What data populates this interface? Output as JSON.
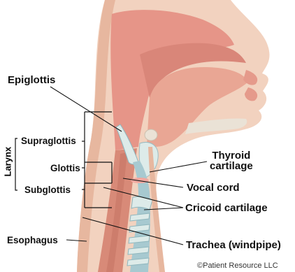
{
  "labels": {
    "epiglottis": "Epiglottis",
    "larynx": "Larynx",
    "supraglottis": "Supraglottis",
    "glottis": "Glottis",
    "subglottis": "Subglottis",
    "esophagus": "Esophagus",
    "thyroid_cartilage_line1": "Thyroid",
    "thyroid_cartilage_line2": "cartilage",
    "vocal_cord": "Vocal cord",
    "cricoid_cartilage": "Cricoid cartilage",
    "trachea": "Trachea (windpipe)"
  },
  "copyright": "©Patient Resource LLC",
  "colors": {
    "skin": "#f2d2bf",
    "skin_shade": "#e7b79f",
    "cavity": "#e48e82",
    "tissue": "#c97766",
    "cartilage": "#ddebe9",
    "airway": "#a7c9d0",
    "bone": "#eae2d6"
  }
}
